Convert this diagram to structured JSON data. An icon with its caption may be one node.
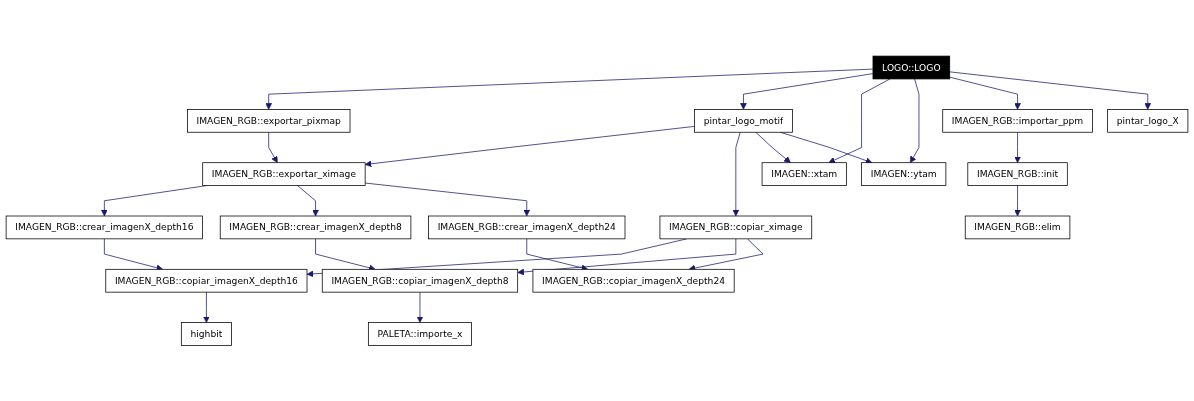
{
  "diagram": {
    "nodes": [
      {
        "text": [
          "LOGO::LOGO"
        ]
      },
      {
        "text": [
          "IMAGEN_RGB::exportar_pixmap"
        ]
      },
      {
        "text": [
          "pintar_logo_motif"
        ]
      },
      {
        "text": [
          "IMAGEN_RGB::importar_ppm"
        ]
      },
      {
        "text": [
          "pintar_logo_X"
        ]
      },
      {
        "text": [
          "IMAGEN_RGB::exportar_ximage"
        ]
      },
      {
        "text": [
          "IMAGEN::xtam"
        ]
      },
      {
        "text": [
          "IMAGEN::ytam"
        ]
      },
      {
        "text": [
          "IMAGEN_RGB::init"
        ]
      },
      {
        "text": [
          "IMAGEN_RGB::crear_imagenX_depth16"
        ]
      },
      {
        "text": [
          "IMAGEN_RGB::crear_imagenX_depth8"
        ]
      },
      {
        "text": [
          "IMAGEN_RGB::copiar_ximage"
        ]
      },
      {
        "text": [
          "IMAGEN_RGB::crear_imagenX_depth24"
        ]
      },
      {
        "text": [
          "IMAGEN_RGB::elim"
        ]
      },
      {
        "text": [
          "IMAGEN_RGB::copiar_imagenX_depth16"
        ]
      },
      {
        "text": [
          "IMAGEN_RGB::copiar_imagenX_depth8"
        ]
      },
      {
        "text": [
          "IMAGEN_RGB::copiar_imagenX_depth24"
        ]
      },
      {
        "text": [
          "highbit"
        ]
      },
      {
        "text": [
          "PALETA::importe_x"
        ]
      }
    ],
    "edges": [
      {
        "from": 0,
        "to": 1,
        "arrow": "to"
      },
      {
        "from": 0,
        "to": 2,
        "arrow": "to"
      },
      {
        "from": 0,
        "to": 6,
        "arrow": "to"
      },
      {
        "from": 0,
        "to": 7,
        "arrow": "to"
      },
      {
        "from": 0,
        "to": 3,
        "arrow": "to"
      },
      {
        "from": 0,
        "to": 4,
        "arrow": "to"
      },
      {
        "from": 1,
        "to": 5,
        "arrow": "to"
      },
      {
        "from": 2,
        "to": 5,
        "arrow": "to"
      },
      {
        "from": 2,
        "to": 11,
        "arrow": "to"
      },
      {
        "from": 2,
        "to": 6,
        "arrow": "to"
      },
      {
        "from": 2,
        "to": 7,
        "arrow": "to"
      },
      {
        "from": 3,
        "to": 8,
        "arrow": "to"
      },
      {
        "from": 8,
        "to": 13,
        "arrow": "to"
      },
      {
        "from": 5,
        "to": 9,
        "arrow": "to"
      },
      {
        "from": 5,
        "to": 10,
        "arrow": "to"
      },
      {
        "from": 5,
        "to": 12,
        "arrow": "to"
      },
      {
        "from": 9,
        "to": 14,
        "arrow": "to"
      },
      {
        "from": 10,
        "to": 15,
        "arrow": "to"
      },
      {
        "from": 11,
        "to": 14,
        "arrow": "to"
      },
      {
        "from": 11,
        "to": 15,
        "arrow": "to"
      },
      {
        "from": 11,
        "to": 16,
        "arrow": "to"
      },
      {
        "from": 12,
        "to": 16,
        "arrow": "to"
      },
      {
        "from": 14,
        "to": 17,
        "arrow": "to"
      },
      {
        "from": 15,
        "to": 18,
        "arrow": "to"
      }
    ]
  }
}
